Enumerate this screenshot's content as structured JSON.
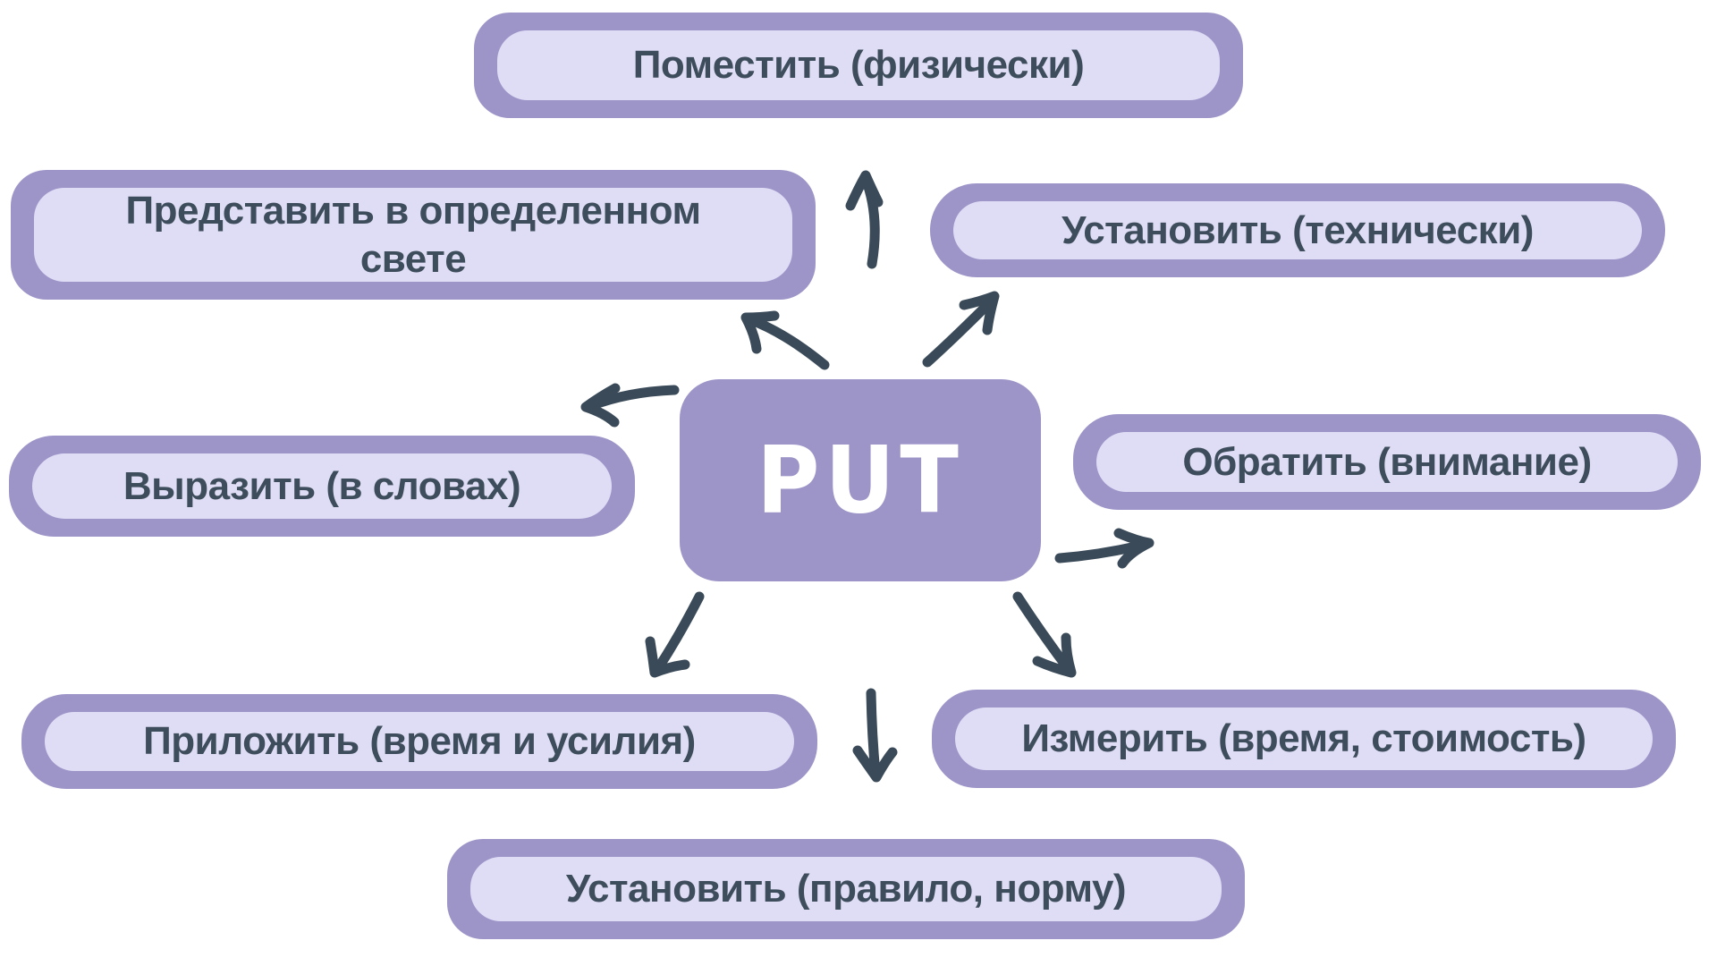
{
  "diagram": {
    "title_word": "PUT",
    "type": "mind-map",
    "background": "#ffffff"
  },
  "colors": {
    "bubble_outer": "#9d95c8",
    "bubble_inner": "#dfddf6",
    "bubble_text": "#3e4d5b",
    "center_background": "#9d95c8",
    "center_text": "#ffffff",
    "arrow": "#3a4a58"
  },
  "center": {
    "label": "PUT"
  },
  "bubbles": [
    {
      "id": "place-physically",
      "position": "top",
      "label": "Поместить (физически)"
    },
    {
      "id": "present-in-light",
      "position": "upper-left",
      "label": "Представить в определенном\nсвете"
    },
    {
      "id": "install-technically",
      "position": "upper-right",
      "label": "Установить (технически)"
    },
    {
      "id": "express-in-words",
      "position": "middle-left",
      "label": "Выразить (в словах)"
    },
    {
      "id": "pay-attention",
      "position": "middle-right",
      "label": "Обратить (внимание)"
    },
    {
      "id": "apply-time-effort",
      "position": "lower-left",
      "label": "Приложить (время и усилия)"
    },
    {
      "id": "measure-time-cost",
      "position": "lower-right",
      "label": "Измерить (время, стоимость)"
    },
    {
      "id": "establish-rule-norm",
      "position": "bottom",
      "label": "Установить (правило, норму)"
    }
  ],
  "arrows": [
    {
      "name": "arrow-up-icon",
      "from": "center",
      "to": "place-physically"
    },
    {
      "name": "arrow-up-left-icon",
      "from": "center",
      "to": "present-in-light"
    },
    {
      "name": "arrow-up-right-icon",
      "from": "center",
      "to": "install-technically"
    },
    {
      "name": "arrow-left-icon",
      "from": "center",
      "to": "express-in-words"
    },
    {
      "name": "arrow-right-icon",
      "from": "center",
      "to": "pay-attention"
    },
    {
      "name": "arrow-down-left-icon",
      "from": "center",
      "to": "apply-time-effort"
    },
    {
      "name": "arrow-down-icon",
      "from": "center",
      "to": "establish-rule-norm"
    },
    {
      "name": "arrow-down-right-icon",
      "from": "center",
      "to": "measure-time-cost"
    }
  ]
}
